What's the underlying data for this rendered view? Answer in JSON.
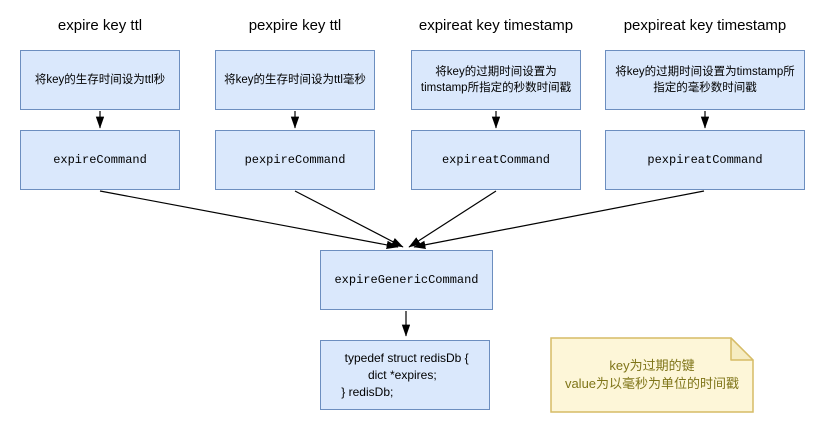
{
  "diagram": {
    "columns": [
      {
        "title": "expire key ttl",
        "desc_lines": [
          "将key的生存时间设为ttl秒"
        ],
        "command": "expireCommand"
      },
      {
        "title": "pexpire key ttl",
        "desc_lines": [
          "将key的生存时间设为ttl毫秒"
        ],
        "command": "pexpireCommand"
      },
      {
        "title": "expireat key timestamp",
        "desc_lines": [
          "将key的过期时间设置为",
          "timstamp所指定的秒数时间戳"
        ],
        "command": "expireatCommand"
      },
      {
        "title": "pexpireat key timestamp",
        "desc_lines": [
          "将key的过期时间设置为timstamp所",
          "指定的毫秒数时间戳"
        ],
        "command": "pexpireatCommand"
      }
    ],
    "generic_command": "expireGenericCommand",
    "struct_code_lines": [
      " typedef struct redisDb {",
      "        dict *expires;",
      "} redisDb;"
    ],
    "note_lines": [
      "key为过期的键",
      "value为以毫秒为单位的时间戳"
    ],
    "colors": {
      "box_fill": "#dae8fc",
      "box_border": "#6c8ebf",
      "note_fill": "#fdf6d8",
      "note_fold": "#f6ecc1",
      "note_border": "#d6bc66",
      "note_text": "#7f7519",
      "arrow": "#000000",
      "text": "#000000"
    }
  }
}
